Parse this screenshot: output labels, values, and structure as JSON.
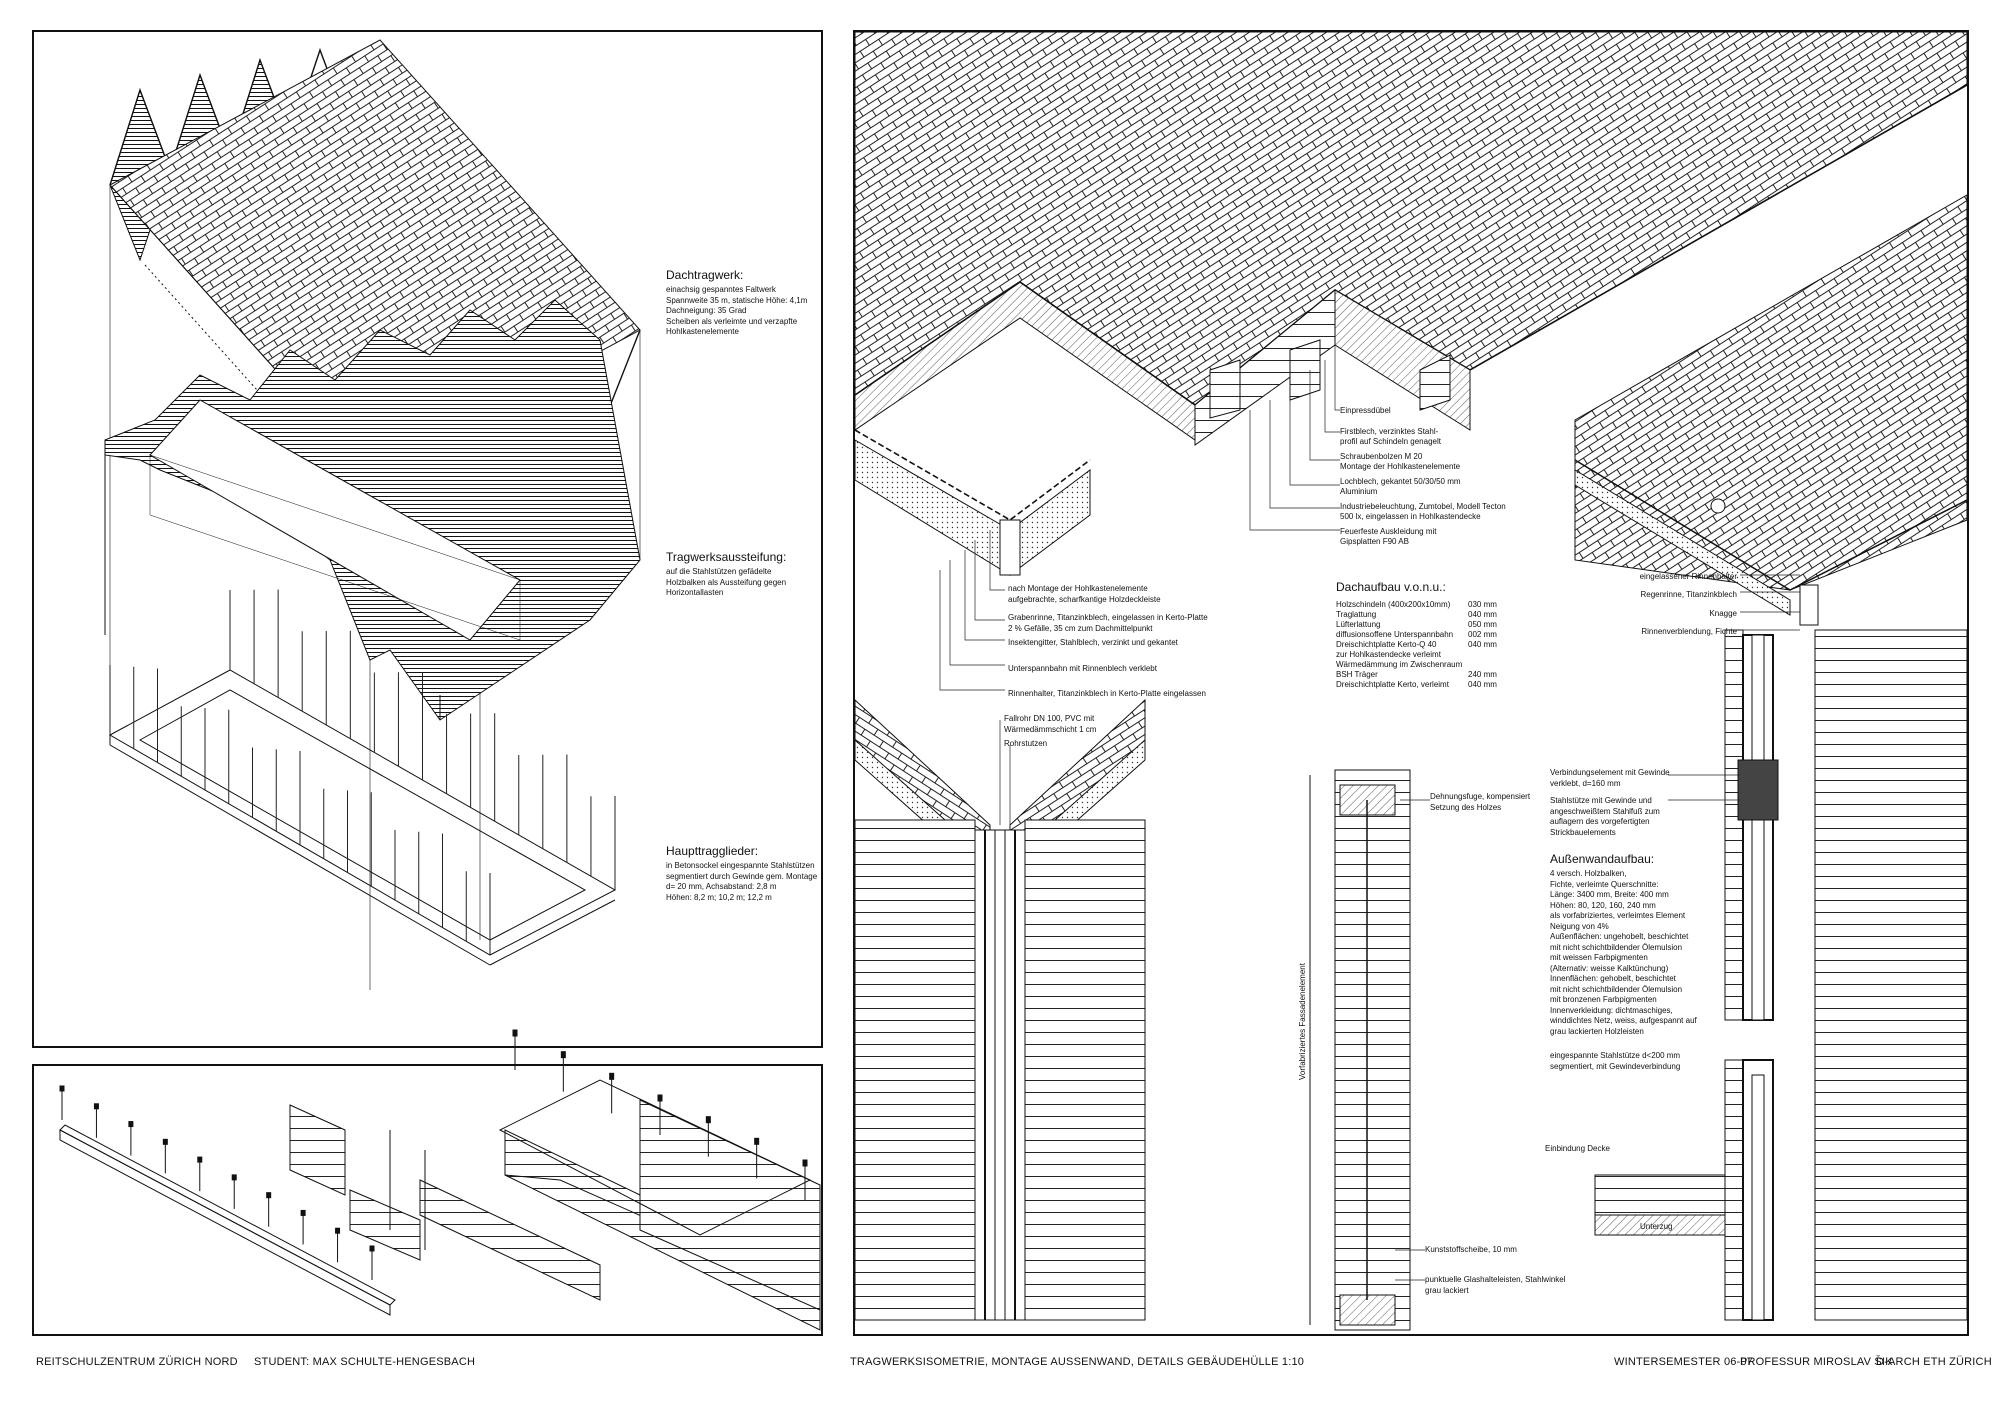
{
  "notes_left": [
    {
      "id": "dachtragwerk",
      "title": "Dachtragwerk:",
      "lines": [
        "einachsig gespanntes Faltwerk",
        "Spannweite 35 m, statische Höhe: 4,1m",
        "Dachneigung: 35 Grad",
        "Scheiben als verleimte und verzapfte",
        "Hohlkastenelemente"
      ]
    },
    {
      "id": "aussteifung",
      "title": "Tragwerksaussteifung:",
      "lines": [
        "auf die Stahlstützen gefädelte",
        "Holzbalken als Aussteifung gegen",
        "Horizontallasten"
      ]
    },
    {
      "id": "haupttragglieder",
      "title": "Haupttragglieder:",
      "lines": [
        "in Betonsockel eingespannte Stahlstützen",
        "segmentiert durch Gewinde gem. Montage",
        "d= 20 mm, Achsabstand: 2,8 m",
        "Höhen: 8,2 m; 10,2 m; 12,2 m"
      ]
    }
  ],
  "ridge_labels": [
    [
      "Einpressdübel"
    ],
    [
      "Firstblech, verzinktes Stahl-",
      "profil auf Schindeln genagelt"
    ],
    [
      "Schraubenbolzen M 20",
      "Montage der Hohlkastenelemente"
    ],
    [
      "Lochblech, gekantet 50/30/50 mm",
      "Aluminium"
    ],
    [
      "Industriebeleuchtung, Zumtobel, Modell Tecton",
      "500 lx, eingelassen in Hohlkastendecke"
    ],
    [
      "Feuerfeste Auskleidung mit",
      "Gipsplatten F90 AB"
    ]
  ],
  "valley_labels": [
    [
      "nach Montage der Hohlkastenelemente",
      "aufgebrachte, scharfkantige Holzdeckleiste"
    ],
    [
      "Grabenrinne, Titanzinkblech, eingelassen in Kerto-Platte",
      "2 % Gefälle, 35 cm zum Dachmittelpunkt"
    ],
    [
      "Insektengitter, Stahlblech, verzinkt und gekantet"
    ],
    [
      "Unterspannbahn mit Rinnenblech verklebt"
    ],
    [
      "Rinnenhalter, Titanzinkblech in Kerto-Platte eingelassen"
    ]
  ],
  "downpipe_labels": [
    [
      "Fallrohr DN 100, PVC mit",
      "Wärmedämmschicht 1 cm"
    ],
    [
      "Rohrstutzen"
    ]
  ],
  "dachaufbau": {
    "title": "Dachaufbau v.o.n.u.:",
    "rows": [
      [
        "Holzschindeln (400x200x10mm)",
        "030 mm"
      ],
      [
        "Traglattung",
        "040 mm"
      ],
      [
        "Lüfterlattung",
        "050 mm"
      ],
      [
        "diffusionsoffene Unterspannbahn",
        "002 mm"
      ],
      [
        "Dreischichtplatte Kerto-Q 40",
        "040 mm"
      ],
      [
        "zur Hohlkastendecke verleimt",
        ""
      ],
      [
        "Wärmedämmung im Zwischenraum",
        ""
      ],
      [
        "BSH Träger",
        "240 mm"
      ],
      [
        "Dreischichtplatte Kerto, verleimt",
        "040 mm"
      ]
    ]
  },
  "facade_labels": {
    "dehnung": [
      "Dehnungsfuge, kompensiert",
      "Setzung des Holzes"
    ],
    "kunststoff": [
      "Kunststoffscheibe, 10 mm"
    ],
    "glashalte": [
      "punktuelle Glashalteleisten, Stahlwinkel",
      "grau lackiert"
    ],
    "vertical": "Vorfabriziertes Fassadenelement"
  },
  "eave_labels": [
    [
      "eingelassener Rinnenhalter"
    ],
    [
      "Regenrinne, Titanzinkblech"
    ],
    [
      "Knagge"
    ],
    [
      "Rinnenverblendung, Fichte"
    ]
  ],
  "wall_labels": [
    [
      "Verbindungselement mit Gewinde",
      "verklebt, d=160 mm"
    ],
    [
      "Stahlstütze mit Gewinde und",
      "angeschweißtem Stahlfuß zum",
      "auflagern des vorgefertigten",
      "Strickbauelements"
    ]
  ],
  "aussenwand": {
    "title": "Außenwandaufbau:",
    "lines": [
      "4 versch. Holzbalken,",
      "Fichte, verleimte Querschnitte:",
      "Länge: 3400 mm, Breite: 400 mm",
      "Höhen: 80, 120, 160, 240 mm",
      "als vorfabriziertes, verleimtes Element",
      "Neigung von 4%",
      "Außenflächen: ungehobelt, beschichtet",
      "mit nicht schichtbildender Ölemulsion",
      "mit weissen Farbpigmenten",
      "(Alternativ: weisse Kalktünchung)",
      "Innenflächen: gehobelt, beschichtet",
      "mit nicht schichtbildender Ölemulsion",
      "mit bronzenen Farbpigmenten",
      "Innenverkleidung: dichtmaschiges,",
      "winddichtes Netz, weiss, aufgespannt auf",
      "grau lackierten Holzleisten"
    ],
    "extra": [
      "eingespannte Stahlstütze d<200 mm",
      "segmentiert, mit Gewindeverbindung"
    ]
  },
  "decke_labels": {
    "einbindung": "Einbindung Decke",
    "unterzug": "Unterzug"
  },
  "footer": {
    "project": "REITSCHULZENTRUM ZÜRICH NORD",
    "student": "STUDENT: MAX SCHULTE-HENGESBACH",
    "title": "TRAGWERKSISOMETRIE, MONTAGE AUSSENWAND, DETAILS GEBÄUDEHÜLLE 1:10",
    "semester": "WINTERSEMESTER 06-07",
    "professor": "PROFESSUR MIROSLAV ŠIK",
    "school": "D-ARCH ETH ZÜRICH"
  }
}
